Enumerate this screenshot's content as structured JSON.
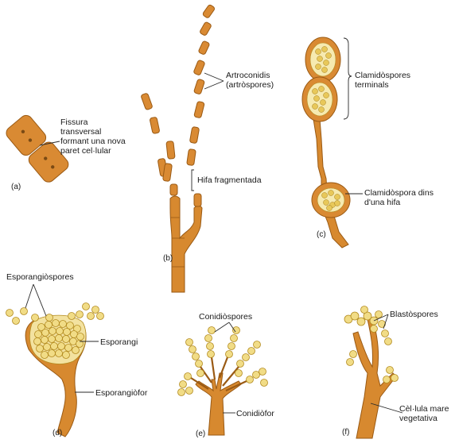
{
  "panels": {
    "a": {
      "tag": "(a)",
      "label_lines": [
        "Fissura",
        "transversal",
        "formant una nova",
        "paret cel·lular"
      ]
    },
    "b": {
      "tag": "(b)",
      "spores_label_lines": [
        "Artroconidis",
        "(artròspores)"
      ],
      "hypha_label": "Hifa fragmentada"
    },
    "c": {
      "tag": "(c)",
      "terminal_label_lines": [
        "Clamidòspores",
        "terminals"
      ],
      "inner_label_lines": [
        "Clamidòspora dins",
        "d'una hifa"
      ]
    },
    "d": {
      "tag": "(d)",
      "spores_label": "Esporangiòspores",
      "sporangium_label": "Esporangi",
      "sporangiophore_label": "Esporangiòfor"
    },
    "e": {
      "tag": "(e)",
      "spores_label": "Conidiòspores",
      "conidiophore_label": "Conidiòfor"
    },
    "f": {
      "tag": "(f)",
      "spores_label": "Blastòspores",
      "mother_label_lines": [
        "Cèl·lula mare",
        "vegetativa"
      ]
    }
  },
  "colors": {
    "hypha": "#d7892f",
    "hypha_outline": "#9a5a14",
    "spore": "#f1dc86",
    "spore_outline": "#b38b1f"
  }
}
